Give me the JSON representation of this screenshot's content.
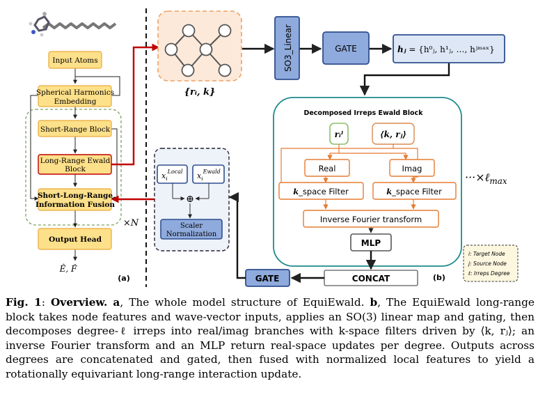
{
  "left_panel": {
    "input_atoms": "Input Atoms",
    "spherical_harmonics_l1": "Spherical Harmonics",
    "spherical_harmonics_l2": "Embedding",
    "short_range": "Short-Range Block",
    "long_range_l1": "Long-Range Ewald",
    "long_range_l2": "Block",
    "fusion_l1": "Short-Long-Range",
    "fusion_l2": "Information Fusion",
    "output_head": "Output Head",
    "outputs": "Ê, F̂",
    "repeat": "×N",
    "panel_label": "(a)"
  },
  "graph": {
    "inputs_label": "{rᵢ, k}"
  },
  "top_row": {
    "so3_linear": "SO3_Linear",
    "gate": "GATE",
    "h_lhs": "hⱼ",
    "h_rhs": " = {h⁰ⱼ, h¹ⱼ, …, hʲᵐᵃˣ}"
  },
  "ewald_block": {
    "title": "Decomposed Irreps Ewald Block",
    "r_input": "rᵢˡ",
    "k_input": "⟨k, rⱼ⟩",
    "real": "Real",
    "imag": "Imag",
    "k_filter_left_bold": "k",
    "k_filter_left_rest": "_space Filter",
    "k_filter_right_bold": "k",
    "k_filter_right_rest": "_space Filter",
    "inverse_fourier": "Inverse Fourier transform",
    "mlp": "MLP",
    "repeat": "···×ℓ",
    "repeat_sub": "max"
  },
  "bottom_row": {
    "concat": "CONCAT",
    "gate": "GATE",
    "panel_label": "(b)"
  },
  "fusion_panel": {
    "x_local_base": "x",
    "x_local_sub": "i",
    "x_local_sup": "Local",
    "x_ewald_base": "x",
    "x_ewald_sub": "i",
    "x_ewald_sup": "Ewald",
    "oplus": "⊕",
    "scaler_l1": "Scaler",
    "scaler_l2": "Normalization"
  },
  "legend": {
    "target": "i: Target Node",
    "source": "j: Source Node",
    "degree": "ℓ: Irreps Degree"
  },
  "caption": {
    "fig_label": "Fig. 1",
    "colon": ": ",
    "heading": "Overview.",
    "part_a_label": "a",
    "part_a_text": ", The whole model structure of EquiEwald. ",
    "part_b_label": "b",
    "part_b_text": ", The EquiEwald long-range block takes node features and wave-vector inputs, applies an SO(3) linear map and gating, then decomposes degree-ℓ irreps into real/imag branches with k-space filters driven by ⟨k, rⱼ⟩; an inverse Fourier transform and an MLP return real-space updates per degree. Outputs across degrees are concatenated and gated, then fused with normalized local features to yield a rotationally equivariant long-range interaction update."
  },
  "colors": {
    "yellow_fill": "#fde08a",
    "yellow_stroke": "#e8a93b",
    "blue_fill": "#8faadc",
    "blue_stroke": "#2f4f8f",
    "teal": "#1f8a8a",
    "red": "#c00000",
    "orange": "#e57b30",
    "green": "#8cc06a"
  }
}
